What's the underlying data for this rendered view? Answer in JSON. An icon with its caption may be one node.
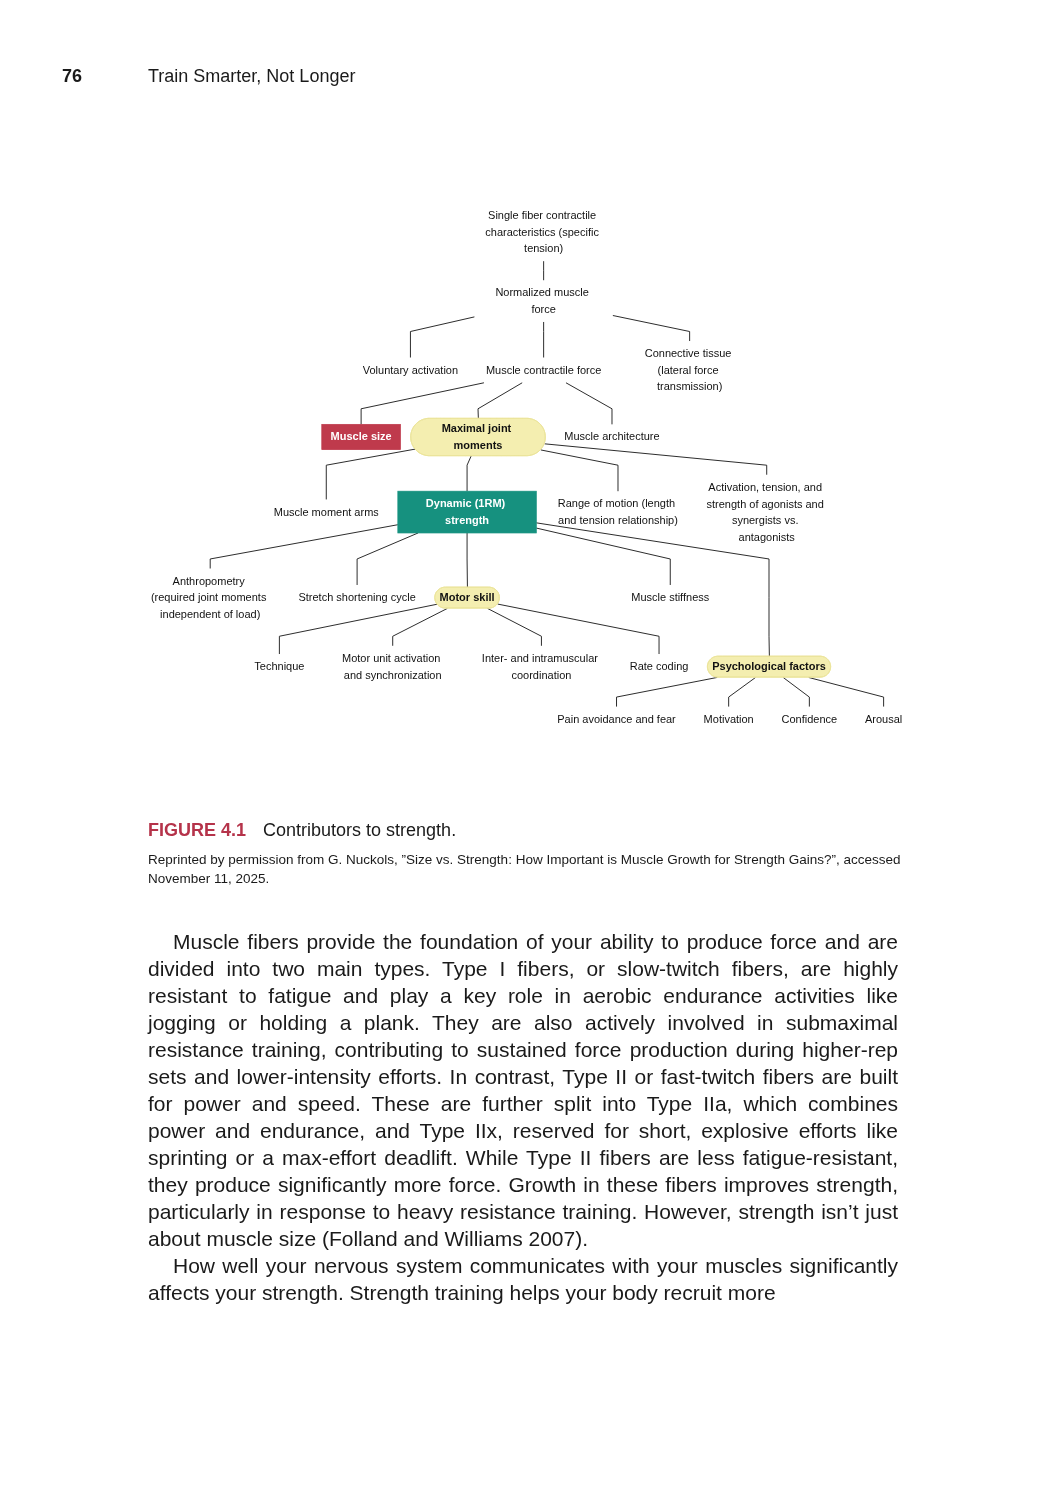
{
  "diagram": {
    "caption": "**FIGURE 4.1** Contributors to strength.",
    "nodes": [
      {
        "text": [
          "Single fiber contractile characteristics (specific tension)"
        ]
      },
      {
        "text": [
          "Connective tissue (lateral force transmission)"
        ]
      },
      {
        "text": [
          "Voluntary activation"
        ]
      },
      {
        "text": [
          "Normalized muscle force"
        ]
      },
      {
        "text": [
          "Muscle size"
        ]
      },
      {
        "text": [
          "Muscle architecture"
        ]
      },
      {
        "text": [
          "Muscle contractile force"
        ]
      },
      {
        "text": [
          "Activation, tension, and strength of agonists and synergists vs. antagonists"
        ]
      },
      {
        "text": [
          "Muscle moment arms"
        ]
      },
      {
        "text": [
          "Range of motion (length and tension relationship)"
        ]
      },
      {
        "text": [
          "Maximal joint moments"
        ]
      },
      {
        "text": [
          "Technique"
        ]
      },
      {
        "text": [
          "Motor unit activation and synchronization"
        ]
      },
      {
        "text": [
          "Anthropometry (required joint moments independent of load)"
        ]
      },
      {
        "text": [
          "Motor skill"
        ]
      },
      {
        "text": [
          "Inter- and intramuscular coordination"
        ]
      },
      {
        "text": [
          "Stretch shortening cycle"
        ]
      },
      {
        "text": [
          "Dynamic (1RM) strength"
        ]
      },
      {
        "text": [
          "Rate coding"
        ]
      },
      {
        "text": [
          "Muscle stiffness"
        ]
      },
      {
        "text": [
          "Arousal"
        ]
      },
      {
        "text": [
          "Psychological factors"
        ]
      },
      {
        "text": [
          "Pain avoidance and fear"
        ]
      },
      {
        "text": [
          "Confidence"
        ]
      },
      {
        "text": [
          "Motivation"
        ]
      }
    ],
    "edges": [
      {
        "from": 0,
        "to": 3,
        "arrow": "none"
      },
      {
        "from": 3,
        "to": 2,
        "arrow": "none"
      },
      {
        "from": 3,
        "to": 6,
        "arrow": "none"
      },
      {
        "from": 3,
        "to": 1,
        "arrow": "none"
      },
      {
        "from": 6,
        "to": 4,
        "arrow": "none"
      },
      {
        "from": 6,
        "to": 10,
        "arrow": "none"
      },
      {
        "from": 6,
        "to": 5,
        "arrow": "none"
      },
      {
        "from": 10,
        "to": 8,
        "arrow": "none"
      },
      {
        "from": 10,
        "to": 17,
        "arrow": "none"
      },
      {
        "from": 10,
        "to": 9,
        "arrow": "none"
      },
      {
        "from": 10,
        "to": 7,
        "arrow": "none"
      },
      {
        "from": 17,
        "to": 13,
        "arrow": "none"
      },
      {
        "from": 17,
        "to": 16,
        "arrow": "none"
      },
      {
        "from": 17,
        "to": 14,
        "arrow": "none"
      },
      {
        "from": 17,
        "to": 19,
        "arrow": "none"
      },
      {
        "from": 17,
        "to": 21,
        "arrow": "none"
      },
      {
        "from": 14,
        "to": 11,
        "arrow": "none"
      },
      {
        "from": 14,
        "to": 12,
        "arrow": "none"
      },
      {
        "from": 14,
        "to": 15,
        "arrow": "none"
      },
      {
        "from": 14,
        "to": 18,
        "arrow": "none"
      },
      {
        "from": 21,
        "to": 22,
        "arrow": "none"
      },
      {
        "from": 21,
        "to": 24,
        "arrow": "none"
      },
      {
        "from": 21,
        "to": 23,
        "arrow": "none"
      },
      {
        "from": 21,
        "to": 20,
        "arrow": "none"
      }
    ],
    "labels": [
      "76",
      "Train Smarter, Not Longer",
      "Reprinted by permission from G. Nuckols, ”Size vs. Strength: How Important is Muscle Growth for Strength Gains?”, accessed November 11, 2025.",
      "Muscle fibers provide the foundation of your ability to produce force and are divided into two main types. Type I fibers, or slow-twitch fibers, are highly resistant to fatigue and play a key role in aerobic endurance activities like jogging or holding a plank. They are also actively involved in submaximal resistance training, contributing to sustained force production during higher-rep sets and lower-intensity efforts. In contrast, Type II or fast-twitch fibers are built for power and speed. These are further split into Type IIa, which combines power and endurance, and Type IIx, reserved for short, explosive efforts like sprinting or a max-effort deadlift. While Type II fibers are less fatigue-resistant, they produce significantly more force. Growth in these fibers improves strength, particularly in response to heavy resistance training. However, strength isn’t just about muscle size (Folland and Williams 2007).",
      "How well your nervous system communicates with your muscles significantly affects your strength. Strength training helps your body recruit more"
    ]
  }
}
